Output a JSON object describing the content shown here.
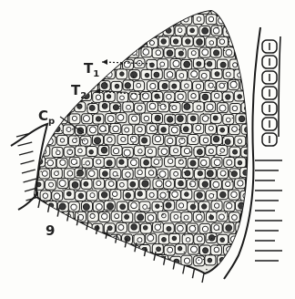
{
  "figure_number": "9",
  "labels": [
    {
      "id": "t1",
      "main": "T",
      "sub": "1"
    },
    {
      "id": "t2",
      "main": "T",
      "sub": "2"
    },
    {
      "id": "cp",
      "main": "C",
      "sub": "p"
    }
  ]
}
